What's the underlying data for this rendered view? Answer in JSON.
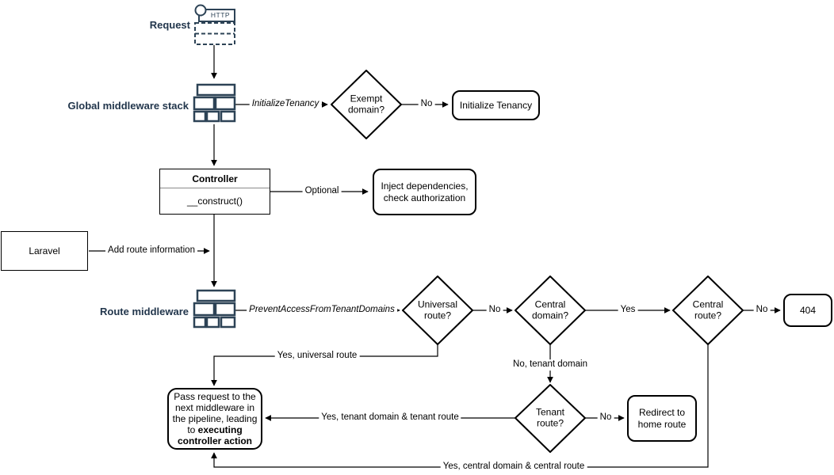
{
  "colors": {
    "accent_label": "#22364C",
    "icon_stroke": "#2D4356",
    "line": "#000000",
    "text": "#000000",
    "background": "#ffffff"
  },
  "nodes": {
    "request": {
      "label": "Request",
      "http": "HTTP"
    },
    "global_middleware": {
      "label": "Global middleware stack"
    },
    "exempt_domain": {
      "label": "Exempt\ndomain?"
    },
    "initialize_tenancy": {
      "label": "Initialize Tenancy"
    },
    "controller": {
      "title": "Controller",
      "method": "__construct()"
    },
    "inject_dependencies": {
      "label": "Inject dependencies,\ncheck authorization"
    },
    "laravel": {
      "label": "Laravel"
    },
    "route_middleware": {
      "label": "Route middleware"
    },
    "universal_route": {
      "label": "Universal\nroute?"
    },
    "central_domain": {
      "label": "Central\ndomain?"
    },
    "central_route": {
      "label": "Central\nroute?"
    },
    "not_found": {
      "label": "404"
    },
    "tenant_route": {
      "label": "Tenant\nroute?"
    },
    "redirect_home": {
      "label": "Redirect to\nhome route"
    },
    "pass_request": {
      "prefix": "Pass request to the next middleware in the pipeline, leading to ",
      "bold": "executing controller action"
    }
  },
  "edges": {
    "initialize_tenancy_middleware": "InitializeTenancy",
    "exempt_no": "No",
    "optional": "Optional",
    "add_route_information": "Add route information",
    "prevent_access_middleware": "PreventAccessFromTenantDomains",
    "universal_no": "No",
    "central_domain_yes": "Yes",
    "central_route_no": "No",
    "universal_yes": "Yes, universal route",
    "central_domain_no": "No, tenant domain",
    "tenant_yes": "Yes, tenant domain & tenant route",
    "tenant_no": "No",
    "central_yes": "Yes, central domain & central route"
  }
}
